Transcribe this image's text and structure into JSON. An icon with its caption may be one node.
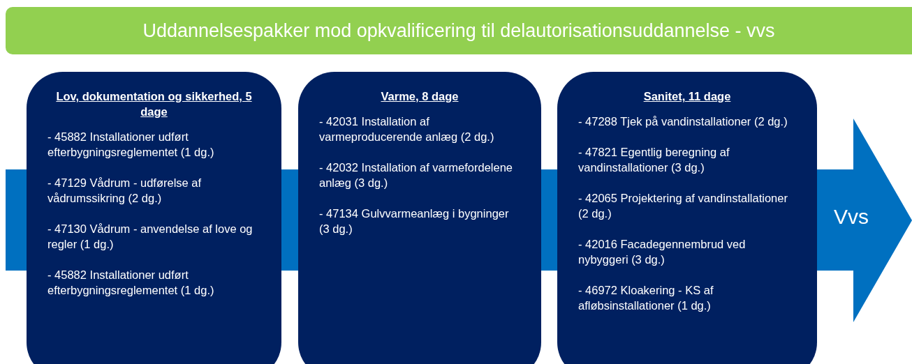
{
  "diagram": {
    "title": "Uddannelsespakker mod opkvalificering til delautorisationsuddannelse - vvs",
    "nodes": [
      {
        "text": [
          "Lov, dokumentation og sikkerhed, 5 dage",
          "- 45882 Installationer udført efterbygningsreglementet (1 dg.)",
          "- 47129 Vådrum - udførelse af vådrumssikring (2 dg.)",
          "- 47130 Vådrum - anvendelse af love og regler (1 dg.)",
          "- 45882 Installationer udført efterbygningsreglementet (1 dg.)"
        ]
      },
      {
        "text": [
          "Varme, 8 dage",
          "- 42031 Installation af varmeproducerende anlæg (2 dg.)",
          "- 42032 Installation af varmefordelene anlæg (3 dg.)",
          "- 47134 Gulvvarmeanlæg i bygninger (3 dg.)"
        ]
      },
      {
        "text": [
          "Sanitet, 11 dage",
          "- 47288 Tjek på vandinstallationer (2 dg.)",
          "- 47821 Egentlig beregning af vandinstallationer (3 dg.)",
          "- 42065 Projektering af vandinstallationer (2 dg.)",
          "- 42016 Facadegennembrud ved nybyggeri (3 dg.)",
          "- 46972 Kloakering - KS af afløbsinstallationer (1 dg.)"
        ]
      }
    ],
    "labels": [
      "Vvs"
    ]
  }
}
